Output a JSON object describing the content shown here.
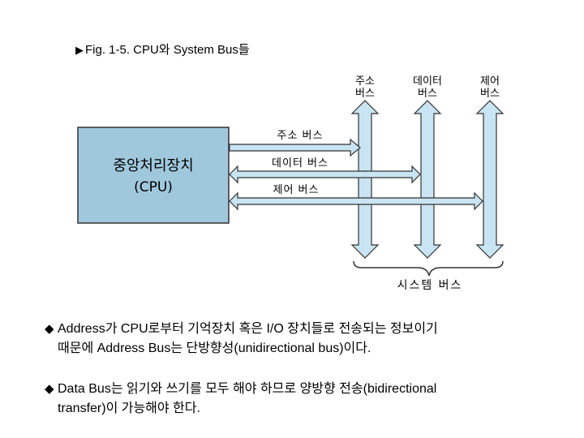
{
  "figure": {
    "title": "Fig. 1-5. CPU와 System Bus들",
    "cpu_label_line1": "중앙처리장치",
    "cpu_label_line2": "(CPU)",
    "horizontal_buses": [
      "주소 버스",
      "데이터 버스",
      "제어 버스"
    ],
    "vertical_buses": [
      {
        "line1": "주소",
        "line2": "버스"
      },
      {
        "line1": "데이터",
        "line2": "버스"
      },
      {
        "line1": "제어",
        "line2": "버스"
      }
    ],
    "system_bus_label": "시스템 버스",
    "colors": {
      "cpu_fill": "#9fc8dd",
      "bus_fill": "#c9e4f2",
      "outline": "#333333"
    }
  },
  "bullets": [
    {
      "marker": "◆",
      "line1": "Address가 CPU로부터 기억장치 혹은 I/O 장치들로 전송되는 정보이기",
      "line2": "때문에 Address Bus는 단방향성(unidirectional bus)이다."
    },
    {
      "marker": "◆",
      "line1": "Data Bus는 읽기와 쓰기를 모두 해야 하므로 양방향 전송(bidirectional",
      "line2": "transfer)이 가능해야 한다."
    }
  ]
}
